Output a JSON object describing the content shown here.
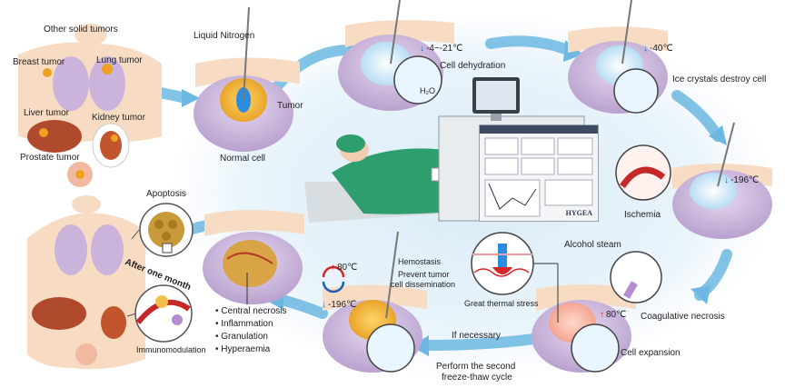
{
  "labels": {
    "other_solid_tumors": "Other solid tumors",
    "breast_tumor": "Breast tumor",
    "lung_tumor": "Lung tumor",
    "liver_tumor": "Liver tumor",
    "kidney_tumor": "Kidney tumor",
    "prostate_tumor": "Prostate tumor",
    "liquid_nitrogen": "Liquid Nitrogen",
    "tumor": "Tumor",
    "normal_cell": "Normal cell",
    "cell_dehydration": "Cell dehydration",
    "h2o": "H₂O",
    "ice_crystals": "Ice crystals destroy cell",
    "ischemia": "Ischemia",
    "alcohol_steam": "Alcohol  steam",
    "great_thermal_stress": "Great thermal stress",
    "coagulative_necrosis": "Coagulative necrosis",
    "cell_expansion": "Cell expansion",
    "if_necessary": "If necessary",
    "perform_second_line1": "Perform the second",
    "perform_second_line2": "freeze-thaw  cycle",
    "hemostasis": "Hemostasis",
    "prevent_tumor_line1": "Prevent tumor",
    "prevent_tumor_line2": "cell dissemination",
    "apoptosis": "Apoptosis",
    "after_one_month": "After one month",
    "immunomodulation": "Immunomodulation",
    "brand": "HYGEA"
  },
  "temperatures": {
    "t_4_21": "-4~-21℃",
    "t_40": "-40℃",
    "t_196_right": "-196℃",
    "t_80_right": "80℃",
    "t_80_left": "80℃",
    "t_196_left": "-196℃"
  },
  "outcomes": [
    "Central necrosis",
    "Inflammation",
    "Granulation",
    "Hyperaemia"
  ],
  "colors": {
    "flow_arrow": "#5aaedc",
    "cold": "#1f5fb8",
    "hot": "#d8262b",
    "tissue": "#c9b6d8",
    "tumor": "#f2b233",
    "skin": "#f7dcc3",
    "drape": "#2f9e6e"
  }
}
